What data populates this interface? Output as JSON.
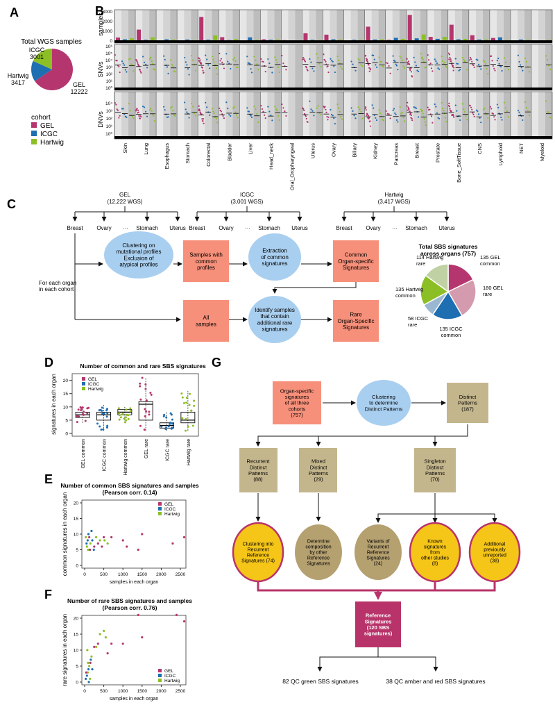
{
  "panel_letters": {
    "a": "A",
    "b": "B",
    "c": "C",
    "d": "D",
    "e": "E",
    "f": "F",
    "g": "G"
  },
  "colors": {
    "gel": "#b5366e",
    "icgc": "#1e6eb2",
    "hartwig": "#8cbf26",
    "salmon": "#f7907a",
    "blue_ellipse": "#a9cff0",
    "tan": "#c4b68c",
    "yellow": "#f5c518",
    "magenta": "#b8336a",
    "ochre": "#b5a070"
  },
  "panelA": {
    "title": "Total WGS samples",
    "legend_title": "cohort",
    "legend": [
      "GEL",
      "ICGC",
      "Hartwig"
    ],
    "slice_labels": [
      {
        "name": "GEL",
        "value": "12222"
      },
      {
        "name": "ICGC",
        "value": "3001"
      },
      {
        "name": "Hartwig",
        "value": "3417"
      }
    ]
  },
  "panelB": {
    "row_labels": [
      "samples",
      "SNVs",
      "DNVs"
    ],
    "samples_ticks": [
      "3000",
      "2000",
      "1000",
      "0"
    ],
    "snv_ticks": [
      "10⁶",
      "10⁵",
      "10⁴",
      "10³",
      "10²",
      "10¹",
      "10⁰"
    ],
    "dnv_ticks": [
      "10⁴",
      "10³",
      "10²",
      "10¹",
      "10⁰"
    ],
    "organs": [
      "Skin",
      "Lung",
      "Esophagus",
      "Stomach",
      "Colorectal",
      "Bladder",
      "Liver",
      "Head_neck",
      "Oral_Oropharyngeal",
      "Uterus",
      "Ovary",
      "Biliary",
      "Kidney",
      "Pancreas",
      "Breast",
      "Prostate",
      "Bone_SoftTissue",
      "CNS",
      "Lymphoid",
      "NET",
      "Myeloid"
    ]
  },
  "panelC": {
    "cohorts": [
      {
        "name": "GEL",
        "count": "(12,222 WGS)"
      },
      {
        "name": "ICGC",
        "count": "(3,001 WGS)"
      },
      {
        "name": "Hartwig",
        "count": "(3,417 WGS)"
      }
    ],
    "tree_labels": [
      "Breast",
      "Ovary",
      "···",
      "Stomach",
      "Uterus"
    ],
    "side_note": [
      "For each organ",
      "in each cohort"
    ],
    "boxes": {
      "clustering": [
        "Clustering on",
        "mutational profiles",
        "Exclusion of",
        "atypical profiles"
      ],
      "common_profiles": [
        "Samples with",
        "common",
        "profiles"
      ],
      "extraction": [
        "Extraction",
        "of common",
        "signatures"
      ],
      "common_sig": [
        "Common",
        "Organ-specific",
        "Signatures"
      ],
      "all_samples": [
        "All",
        "samples"
      ],
      "identify": [
        "Identify samples",
        "that contain",
        "additional rare",
        "signatures"
      ],
      "rare_sig": [
        "Rare",
        "Organ-Specific",
        "Signatures"
      ]
    },
    "pie_title": [
      "Total SBS signatures",
      "across organs (757)"
    ],
    "pie_labels": [
      [
        "135 GEL",
        "common"
      ],
      [
        "180 GEL",
        "rare"
      ],
      [
        "135 ICGC",
        "common"
      ],
      [
        "58 ICGC",
        "rare"
      ],
      [
        "135 Hartwig",
        "common"
      ],
      [
        "114 Hartwig",
        "rare"
      ]
    ]
  },
  "panelD": {
    "title": "Number of common and rare SBS signatures",
    "ylabel": "signatures in each organ",
    "yticks": [
      "20",
      "15",
      "10",
      "5",
      "0"
    ],
    "categories": [
      "GEL common",
      "ICGC common",
      "Hartwig common",
      "GEL rare",
      "ICGC rare",
      "Hartwig rare"
    ],
    "legend": [
      "GEL",
      "ICGC",
      "Hartwig"
    ]
  },
  "panelE": {
    "title": [
      "Number of common SBS signatures and samples",
      "(Pearson corr. 0.14)"
    ],
    "ylabel": "common signatures in each organ",
    "xlabel": "samples in each organ",
    "xticks": [
      "0",
      "500",
      "1000",
      "1500",
      "2000",
      "2500"
    ],
    "yticks": [
      "20",
      "15",
      "10",
      "5",
      "0"
    ],
    "legend": [
      "GEL",
      "ICGC",
      "Hartwig"
    ]
  },
  "panelF": {
    "title": [
      "Number of rare SBS signatures and samples",
      "(Pearson corr. 0.76)"
    ],
    "ylabel": "rare signatures in each organ",
    "xlabel": "samples in each organ",
    "xticks": [
      "0",
      "500",
      "1000",
      "1500",
      "2000",
      "2500"
    ],
    "yticks": [
      "20",
      "15",
      "10",
      "5",
      "0"
    ],
    "legend": [
      "GEL",
      "ICGC",
      "Hartwig"
    ]
  },
  "panelG": {
    "organ_box": [
      "Organ-specific",
      "signatures",
      "of all three",
      "cohorts",
      "(757)"
    ],
    "clustering": [
      "Clustering",
      "to determine",
      "Distinct Patterns"
    ],
    "distinct": [
      "Distinct",
      "Patterns",
      "(187)"
    ],
    "recurrent": [
      "Recurrent",
      "Distinct",
      "Patterns",
      "(88)"
    ],
    "mixed": [
      "Mixed",
      "Distinct",
      "Patterns",
      "(29)"
    ],
    "singleton": [
      "Singleton",
      "Distinct",
      "Patterns",
      "(70)"
    ],
    "clust_ref": [
      "Clustering into",
      "Recurrent",
      "Reference",
      "Signatures (74)"
    ],
    "determine": [
      "Determine",
      "composition",
      "by other",
      "Reference",
      "Signatures"
    ],
    "variants": [
      "Variants of",
      "Recurrent",
      "Reference",
      "Signatures",
      "(24)"
    ],
    "known": [
      "Known",
      "signatures",
      "from",
      "other studies",
      "(8)"
    ],
    "additional": [
      "Additional",
      "previously",
      "unreported",
      "(38)"
    ],
    "reference": [
      "Reference",
      "Signatures",
      "(120 SBS",
      "signatures)"
    ],
    "out_green": "82 QC green SBS signatures",
    "out_amber": "38 QC amber and red SBS signatures"
  },
  "chart_data": [
    {
      "type": "pie",
      "panel": "A",
      "title": "Total WGS samples",
      "categories": [
        "GEL",
        "ICGC",
        "Hartwig"
      ],
      "values": [
        12222,
        3001,
        3417
      ]
    },
    {
      "type": "bar",
      "panel": "B",
      "ylabel": "samples",
      "ylim": [
        0,
        3000
      ],
      "categories": [
        "Skin",
        "Lung",
        "Esophagus",
        "Stomach",
        "Colorectal",
        "Bladder",
        "Liver",
        "Head_neck",
        "Oral_Oropharyngeal",
        "Uterus",
        "Ovary",
        "Biliary",
        "Kidney",
        "Pancreas",
        "Breast",
        "Prostate",
        "Bone_SoftTissue",
        "CNS",
        "Lymphoid",
        "NET",
        "Myeloid"
      ],
      "series": [
        {
          "name": "GEL",
          "values": [
            280,
            1100,
            0,
            0,
            2400,
            320,
            0,
            100,
            20,
            720,
            580,
            0,
            1400,
            50,
            2600,
            350,
            1600,
            520,
            240,
            0,
            0
          ]
        },
        {
          "name": "ICGC",
          "values": [
            100,
            50,
            100,
            80,
            60,
            30,
            300,
            60,
            0,
            50,
            100,
            50,
            80,
            250,
            200,
            150,
            100,
            80,
            300,
            80,
            0
          ]
        },
        {
          "name": "Hartwig",
          "values": [
            200,
            300,
            80,
            30,
            500,
            120,
            50,
            80,
            0,
            30,
            80,
            50,
            100,
            150,
            600,
            350,
            150,
            80,
            40,
            60,
            50
          ]
        }
      ]
    },
    {
      "type": "pie",
      "panel": "C",
      "title": "Total SBS signatures across organs (757)",
      "categories": [
        "GEL common",
        "GEL rare",
        "ICGC common",
        "ICGC rare",
        "Hartwig common",
        "Hartwig rare"
      ],
      "values": [
        135,
        180,
        135,
        58,
        135,
        114
      ]
    }
  ]
}
